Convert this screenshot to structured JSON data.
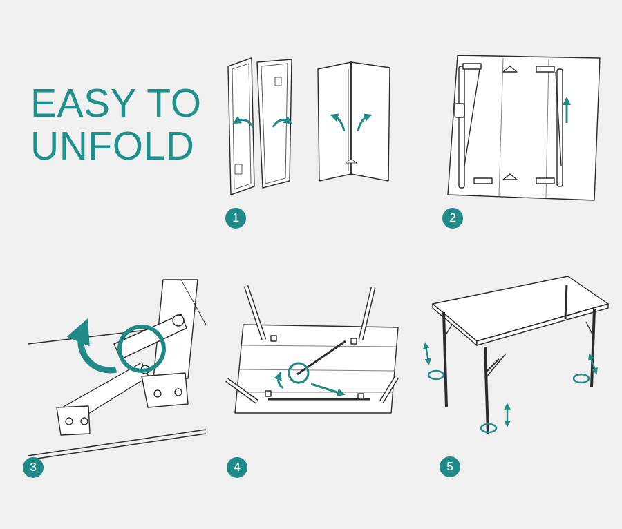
{
  "diagram": {
    "title": "EASY TO UNFOLD",
    "nodes": [
      {
        "text": [
          "1"
        ]
      },
      {
        "text": [
          "2"
        ]
      },
      {
        "text": [
          "3"
        ]
      },
      {
        "text": [
          "4"
        ]
      },
      {
        "text": [
          "5"
        ]
      }
    ]
  }
}
